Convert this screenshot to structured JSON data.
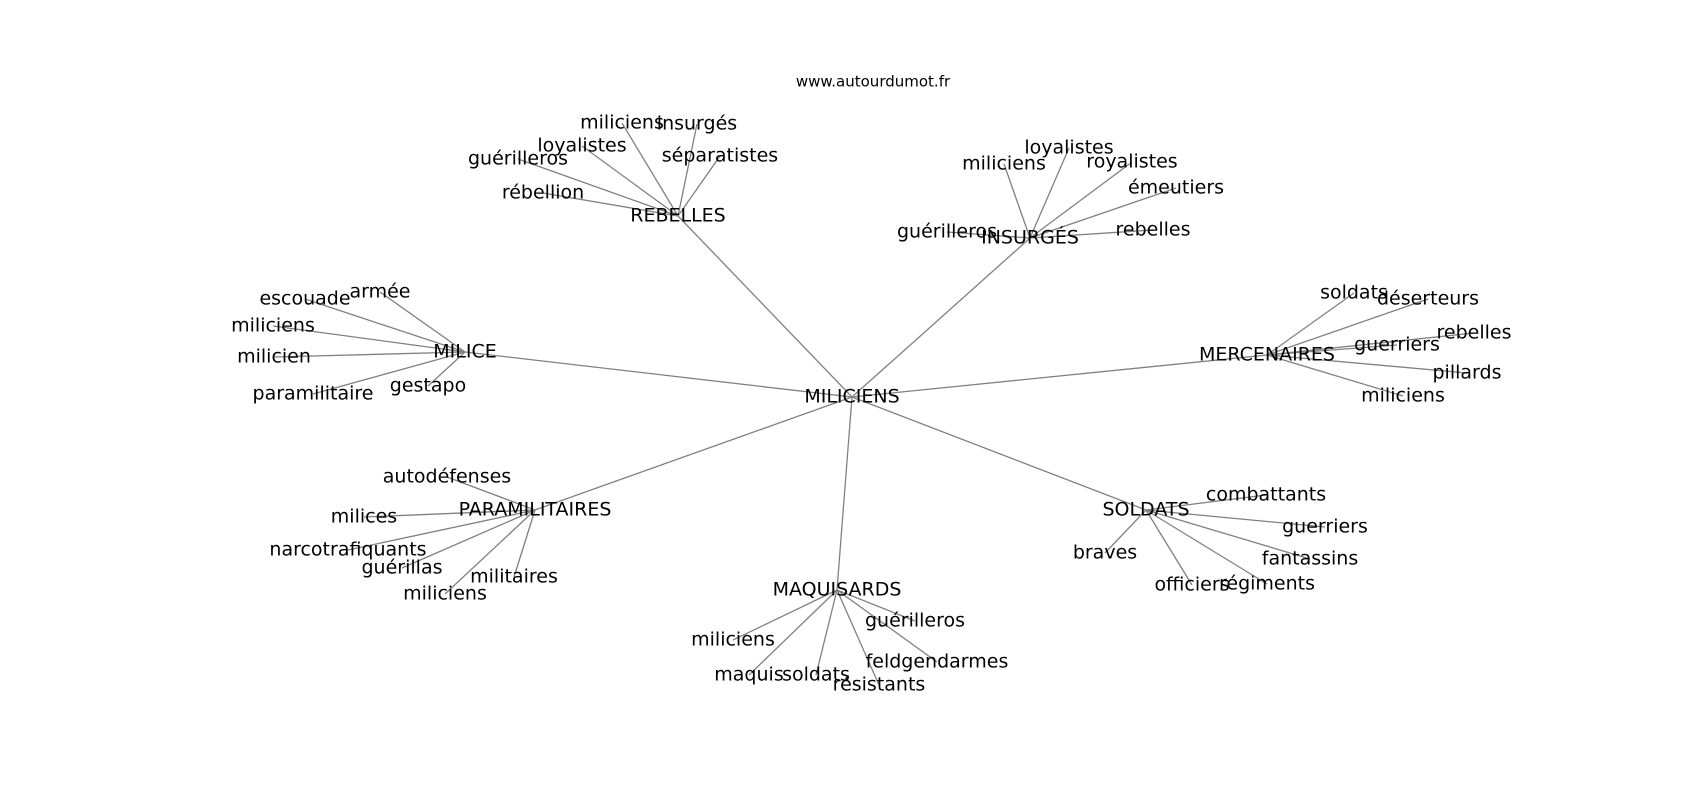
{
  "site_url": "www.autourdumot.fr",
  "center": "MILICIENS",
  "groups": [
    {
      "label": "REBELLES",
      "words": [
        "miliciens",
        "insurgés",
        "loyalistes",
        "séparatistes",
        "guérilleros",
        "rébellion"
      ]
    },
    {
      "label": "INSURGÉS",
      "words": [
        "loyalistes",
        "miliciens",
        "royalistes",
        "émeutiers",
        "guérilleros",
        "rebelles"
      ]
    },
    {
      "label": "MILICE",
      "words": [
        "armée",
        "escouade",
        "miliciens",
        "milicien",
        "paramilitaire",
        "gestapo"
      ]
    },
    {
      "label": "MERCENAIRES",
      "words": [
        "soldats",
        "déserteurs",
        "rebelles",
        "guerriers",
        "pillards",
        "miliciens"
      ]
    },
    {
      "label": "PARAMILITAIRES",
      "words": [
        "autodéfenses",
        "milices",
        "narcotrafiquants",
        "guérillas",
        "militaires",
        "miliciens"
      ]
    },
    {
      "label": "SOLDATS",
      "words": [
        "combattants",
        "guerriers",
        "braves",
        "fantassins",
        "officiers",
        "régiments"
      ]
    },
    {
      "label": "MAQUISARDS",
      "words": [
        "guérilleros",
        "miliciens",
        "feldgendarmes",
        "maquis",
        "soldats",
        "résistants"
      ]
    }
  ]
}
